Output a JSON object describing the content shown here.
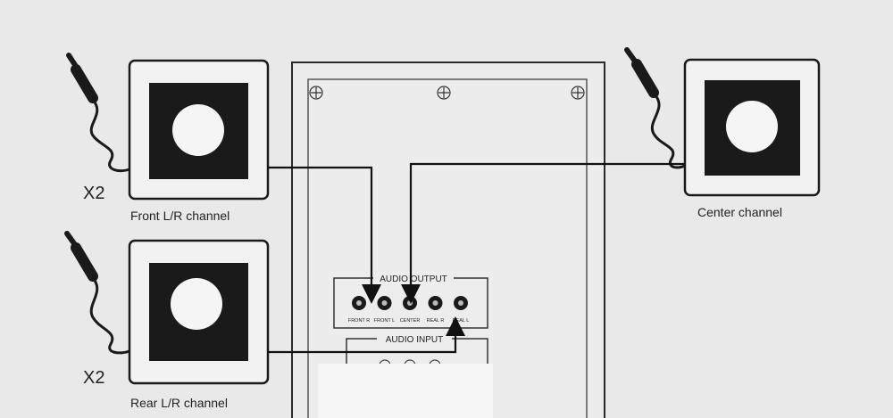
{
  "speakers": {
    "front": {
      "label": "Front L/R channel",
      "multiplier": "X2"
    },
    "rear": {
      "label": "Rear L/R channel",
      "multiplier": "X2"
    },
    "center": {
      "label": "Center channel"
    }
  },
  "panel": {
    "output_title": "AUDIO OUTPUT",
    "input_title": "AUDIO INPUT",
    "jacks": [
      {
        "label": "FRONT R"
      },
      {
        "label": "FRONT L"
      },
      {
        "label": "CENTER"
      },
      {
        "label": "REAL R"
      },
      {
        "label": "REAL L"
      }
    ]
  },
  "colors": {
    "paper": "#e9e9e9",
    "ink": "#1a1a1a"
  }
}
